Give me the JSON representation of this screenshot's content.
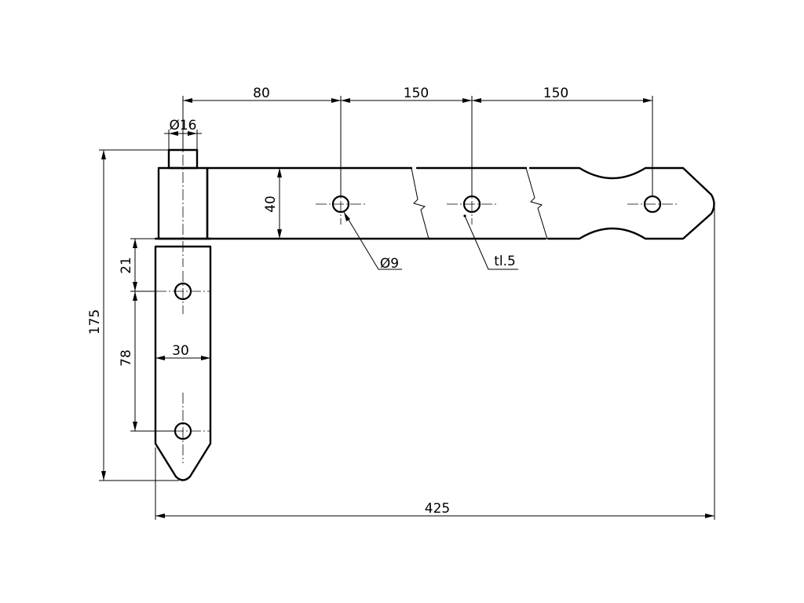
{
  "dimensions": {
    "span_80": "80",
    "span_150_a": "150",
    "span_150_b": "150",
    "pin_diameter": "Ø16",
    "strap_width": "40",
    "hole_diameter": "Ø9",
    "thickness": "tl.5",
    "plate_offset": "21",
    "plate_hole_spacing": "78",
    "plate_width": "30",
    "total_height": "175",
    "total_length": "425"
  }
}
